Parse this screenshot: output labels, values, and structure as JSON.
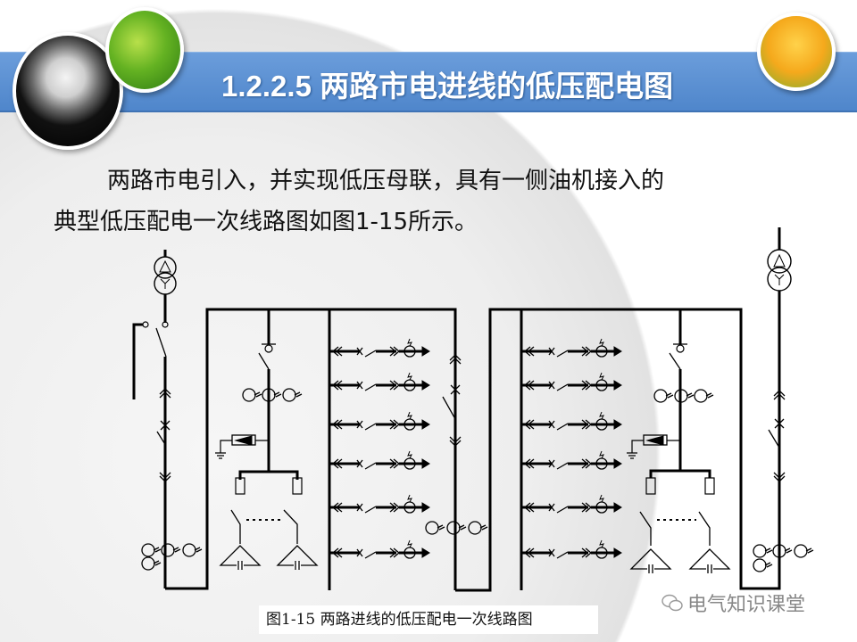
{
  "slide": {
    "title": "1.2.2.5 两路市电进线的低压配电图",
    "body_line1": "两路市电引入，并实现低压母联，具有一侧油机接入的",
    "body_line2": "典型低压配电一次线路图如图1-15所示。",
    "figure_caption": "图1-15  两路进线的低压配电一次线路图",
    "watermark": "电气知识课堂",
    "colors": {
      "title_bar": "#5b8fd0",
      "line": "#000000"
    },
    "feeders_per_bus": 6
  }
}
